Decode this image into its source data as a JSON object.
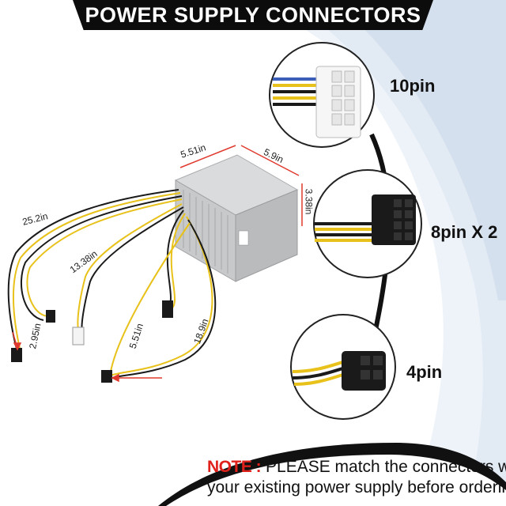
{
  "title": "POWER SUPPLY CONNECTORS",
  "connectors": [
    {
      "label": "10pin",
      "icon": "10pin-connector-icon"
    },
    {
      "label": "8pin X 2",
      "icon": "8pin-connector-icon"
    },
    {
      "label": "4pin",
      "icon": "4pin-connector-icon"
    }
  ],
  "dimensions": {
    "width": "5.51in",
    "depth": "5.9in",
    "height": "3.38in",
    "cable_10pin": "25.2in",
    "cable_8pin_split": "2.95in",
    "cable_13": "13.38in",
    "cable_4pin": "5.51in",
    "cable_long": "18.9in"
  },
  "note": {
    "key": "NOTE :",
    "line1": " PLEASE match the connectors with",
    "line2": "your existing power supply before ordering"
  },
  "colors": {
    "header_bg": "#0c0c0c",
    "header_text": "#ffffff",
    "note_key": "#e0211b",
    "wire_yellow": "#e8c21a",
    "wire_black": "#1a1a1a",
    "dimension_arrow": "#e03a2e",
    "accent_blue": "#dfe8f3"
  }
}
